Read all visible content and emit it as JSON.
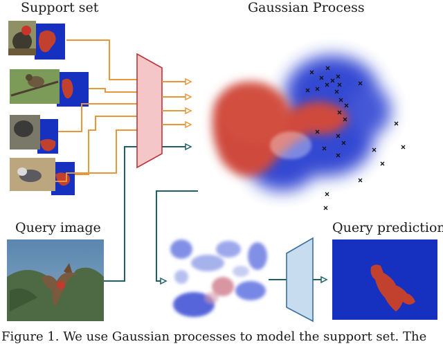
{
  "labels": {
    "support_set": "Support set",
    "gaussian_process": "Gaussian Process",
    "query_image": "Query image",
    "query_prediction": "Query prediction"
  },
  "caption": "Figure 1. We use Gaussian processes to model the support set. The",
  "colors": {
    "orange_arrow": "#e8963a",
    "teal_arrow": "#1f5f66",
    "encoder_fill": "#f4c6c8",
    "encoder_stroke": "#b8343c",
    "decoder_fill": "#c8dcef",
    "decoder_stroke": "#3a6f9e",
    "mask_blue": "#1631c0",
    "mask_red": "#c2402e",
    "gp_red": "#cf4a3c",
    "gp_blue": "#2a3fd0"
  },
  "icons": {
    "support_images": [
      "bird-image",
      "bird-image",
      "cat-image",
      "bird-image"
    ],
    "support_masks": [
      "mask-icon",
      "mask-icon",
      "mask-icon",
      "mask-icon"
    ],
    "query": "bird-flying-image",
    "sample_points": "x-marker-icon"
  }
}
